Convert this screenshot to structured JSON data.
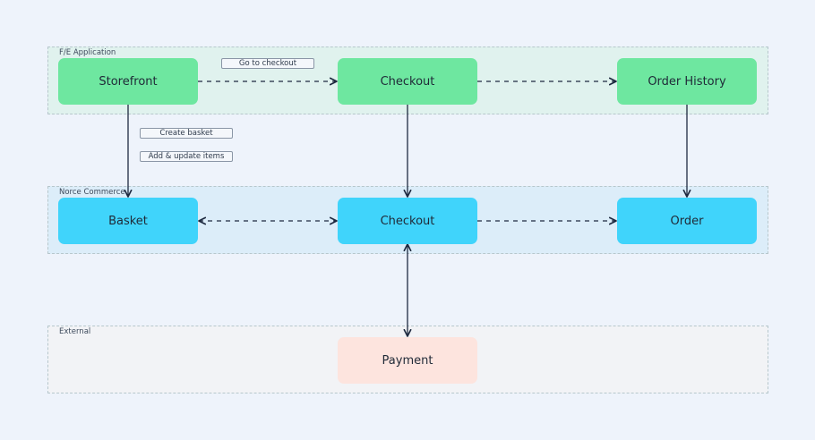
{
  "groups": {
    "frontend": {
      "label": "F/E Application",
      "fill": "#e0f2ee"
    },
    "commerce": {
      "label": "Norce Commerce",
      "fill": "#dcedf9"
    },
    "external": {
      "label": "External",
      "fill": "#f2f3f6"
    }
  },
  "nodes": {
    "storefront": {
      "label": "Storefront",
      "fill": "#6ee7a0"
    },
    "fe_checkout": {
      "label": "Checkout",
      "fill": "#6ee7a0"
    },
    "order_history": {
      "label": "Order History",
      "fill": "#6ee7a0"
    },
    "basket": {
      "label": "Basket",
      "fill": "#40d4fb"
    },
    "nc_checkout": {
      "label": "Checkout",
      "fill": "#40d4fb"
    },
    "order": {
      "label": "Order",
      "fill": "#40d4fb"
    },
    "payment": {
      "label": "Payment",
      "fill": "#fde4de"
    }
  },
  "edge_labels": {
    "go_to_checkout": "Go to checkout",
    "create_basket": "Create basket",
    "add_update_items": "Add & update items"
  },
  "colors": {
    "edge": "#1e2a40",
    "group_border": "#b7c7cc"
  }
}
